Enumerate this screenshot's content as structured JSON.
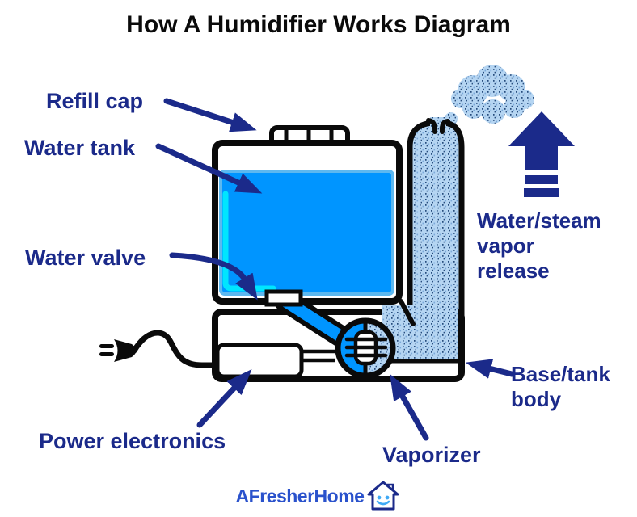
{
  "title": "How A Humidifier Works Diagram",
  "labels": {
    "refill_cap": "Refill cap",
    "water_tank": "Water tank",
    "water_valve": "Water valve",
    "vapor_release": [
      "Water/steam",
      "vapor",
      "release"
    ],
    "base_body": [
      "Base/tank",
      "body"
    ],
    "power_electronics": "Power electronics",
    "vaporizer": "Vaporizer"
  },
  "logo": {
    "text": "AFresherHome",
    "icon": "house-smiley-icon"
  },
  "icons": {
    "vapor_up_arrow": "up-arrow-icon",
    "steam_cloud": "steam-cloud-icon",
    "power_plug": "power-plug-icon"
  },
  "colors": {
    "ink": "#0a0a0a",
    "navy": "#1b2a8a",
    "water": "#0095ff",
    "water_edge": "#5cb8f0",
    "water_highlight": "#00e5ff",
    "mist": "#b5d5f2",
    "mist_dot_dark": "#274d7e",
    "mist_dot_mid": "#7aa8d8",
    "logo_blue": "#2a52cc",
    "logo_smile": "#3fa9f5"
  }
}
